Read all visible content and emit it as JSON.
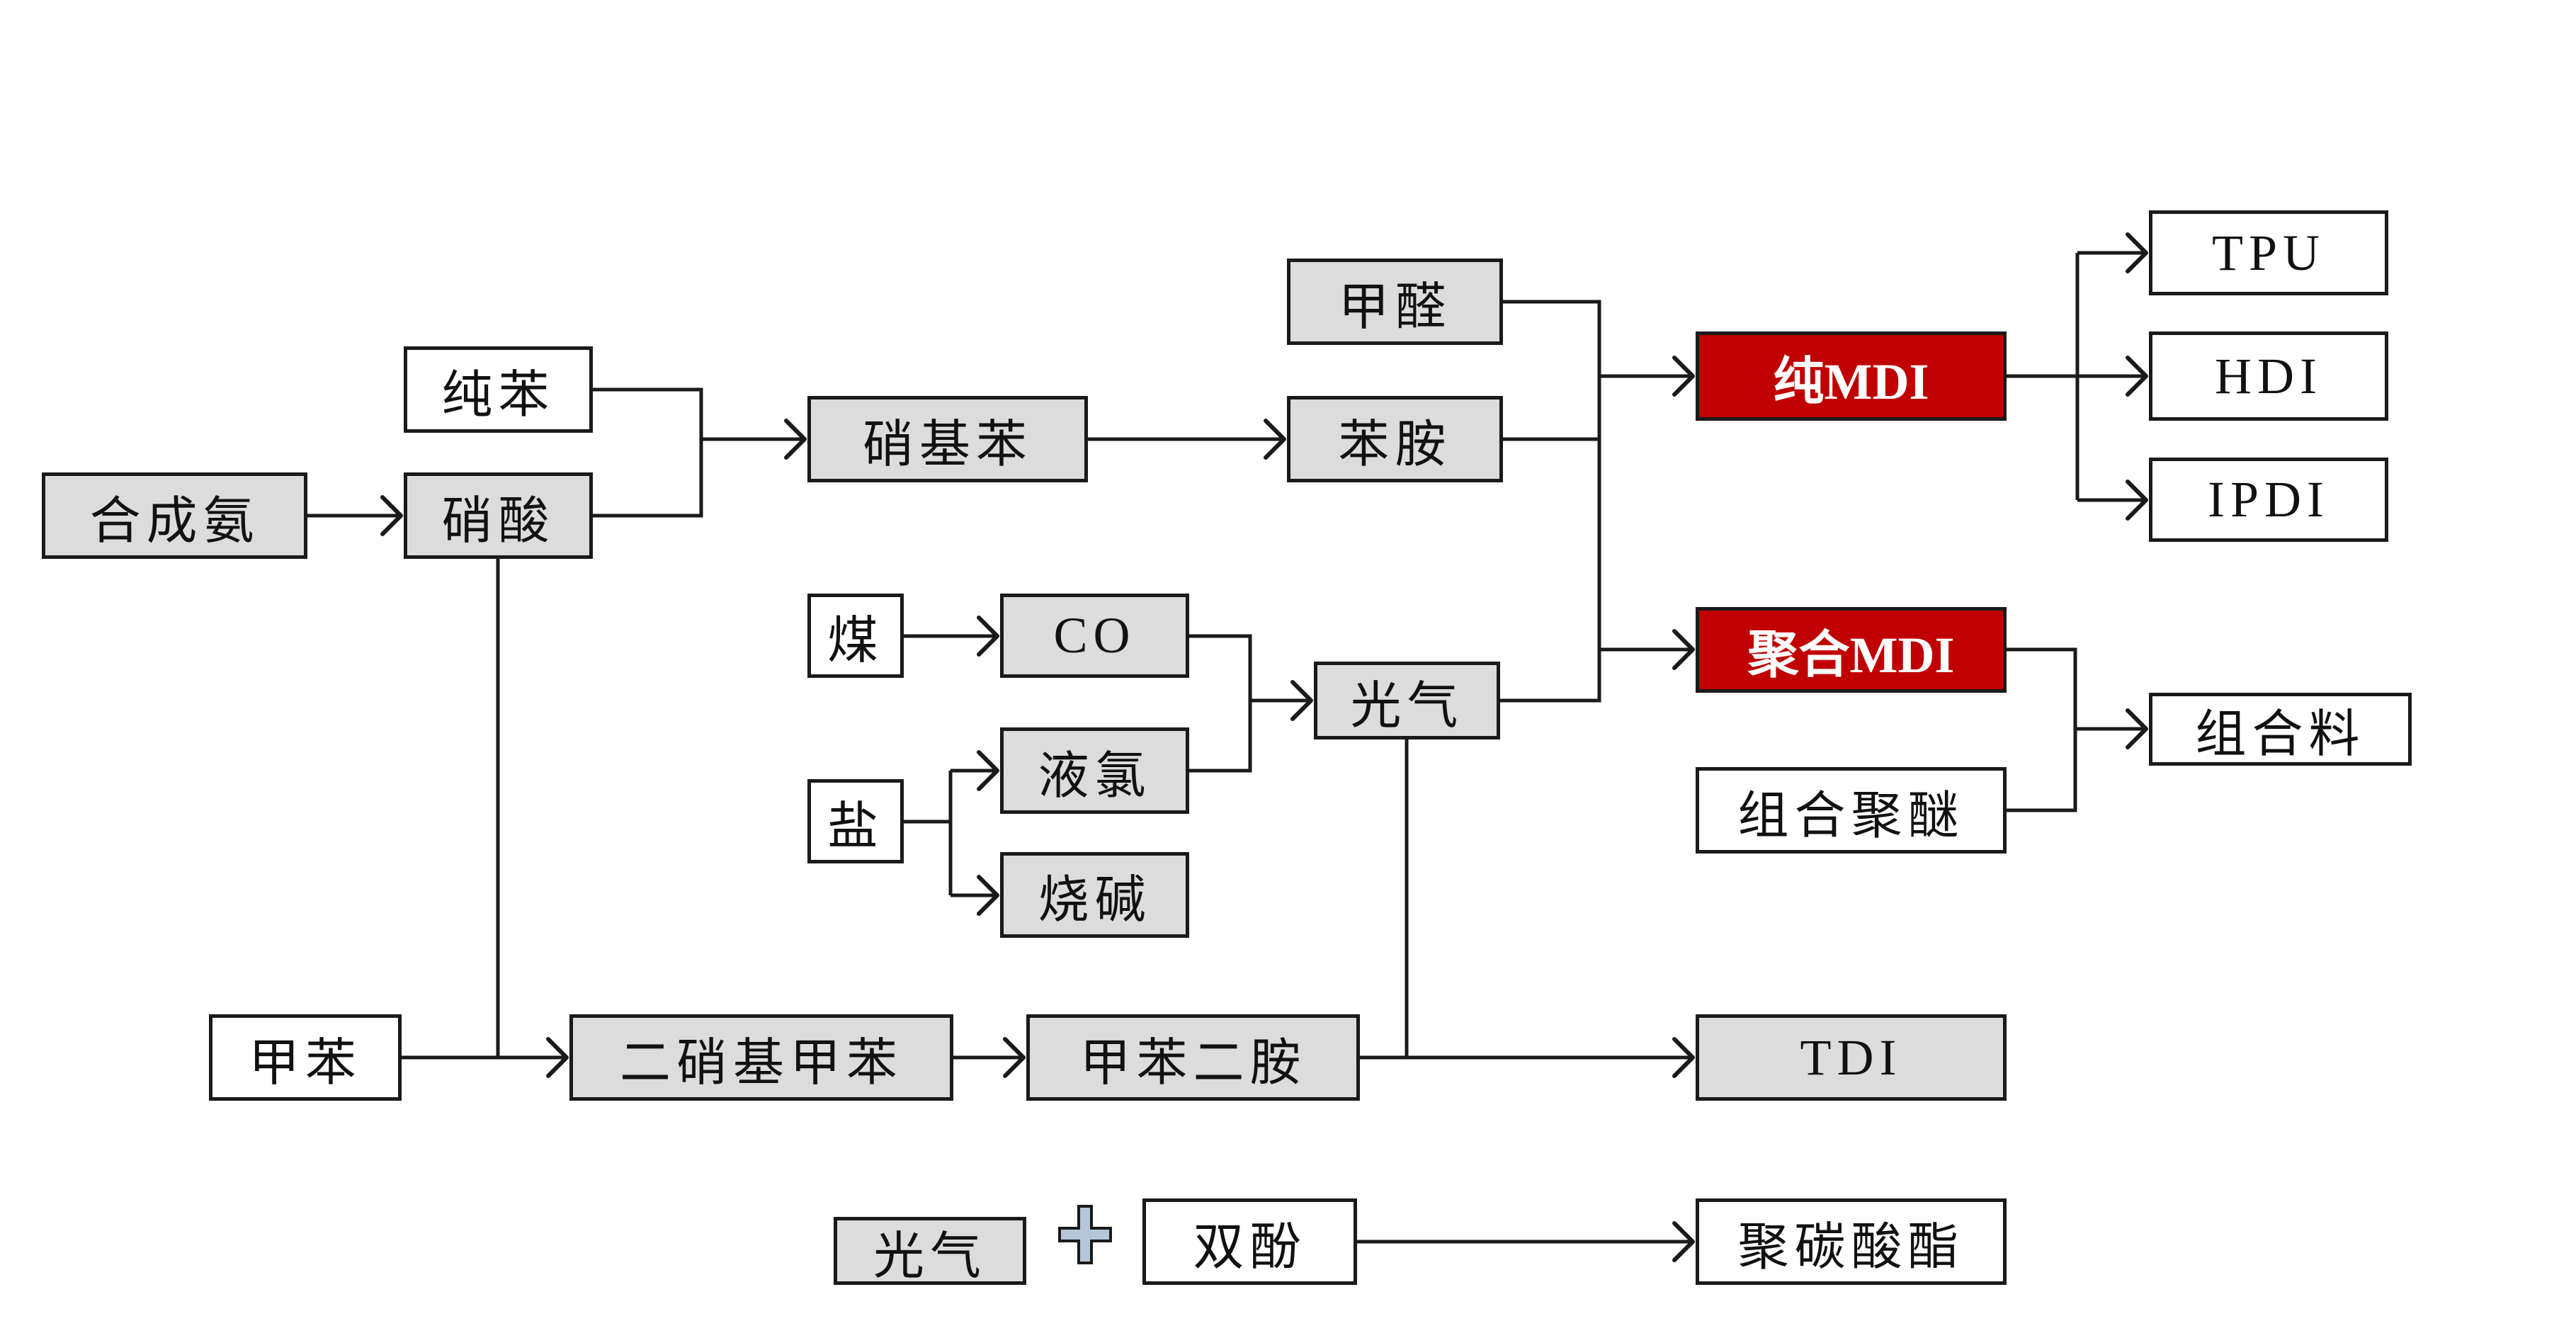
{
  "diagram": {
    "title": "MDI / TDI industry chain",
    "colors": {
      "highlight_fill": "#c00000",
      "intermediate_fill": "#dcdcdc",
      "raw_fill": "#ffffff",
      "line": "#1a1a1a",
      "plus_fill": "#b4c7d9"
    },
    "nodes": {
      "synthetic_ammonia": "合成氨",
      "pure_benzene": "纯苯",
      "nitric_acid": "硝酸",
      "nitrobenzene": "硝基苯",
      "formaldehyde": "甲醛",
      "aniline": "苯胺",
      "pure_mdi": "纯MDI",
      "tpu": "TPU",
      "hdi": "HDI",
      "ipdi": "IPDI",
      "coal": "煤",
      "co": "CO",
      "phosgene": "光气",
      "salt": "盐",
      "liquid_chlorine": "液氯",
      "caustic_soda": "烧碱",
      "polymeric_mdi": "聚合MDI",
      "polyether_blend": "组合聚醚",
      "system_blend": "组合料",
      "toluene": "甲苯",
      "dinitrotoluene": "二硝基甲苯",
      "toluene_diamine": "甲苯二胺",
      "tdi": "TDI",
      "phosgene_2": "光气",
      "bisphenol": "双酚",
      "polycarbonate": "聚碳酸酯"
    },
    "plus_symbol": "plus-icon",
    "edges": [
      [
        "合成氨",
        "硝酸"
      ],
      [
        "纯苯",
        "硝基苯"
      ],
      [
        "硝酸",
        "硝基苯"
      ],
      [
        "硝基苯",
        "苯胺"
      ],
      [
        "甲醛",
        "纯MDI"
      ],
      [
        "苯胺",
        "纯MDI"
      ],
      [
        "甲醛",
        "聚合MDI"
      ],
      [
        "苯胺",
        "聚合MDI"
      ],
      [
        "光气",
        "纯MDI"
      ],
      [
        "光气",
        "聚合MDI"
      ],
      [
        "纯MDI",
        "TPU"
      ],
      [
        "纯MDI",
        "HDI"
      ],
      [
        "纯MDI",
        "IPDI"
      ],
      [
        "煤",
        "CO"
      ],
      [
        "CO",
        "光气"
      ],
      [
        "盐",
        "液氯"
      ],
      [
        "盐",
        "烧碱"
      ],
      [
        "液氯",
        "光气"
      ],
      [
        "聚合MDI",
        "组合料"
      ],
      [
        "组合聚醚",
        "组合料"
      ],
      [
        "硝酸",
        "二硝基甲苯"
      ],
      [
        "甲苯",
        "二硝基甲苯"
      ],
      [
        "二硝基甲苯",
        "甲苯二胺"
      ],
      [
        "甲苯二胺",
        "TDI"
      ],
      [
        "光气",
        "TDI"
      ],
      [
        "光气 + 双酚",
        "聚碳酸酯"
      ]
    ]
  }
}
